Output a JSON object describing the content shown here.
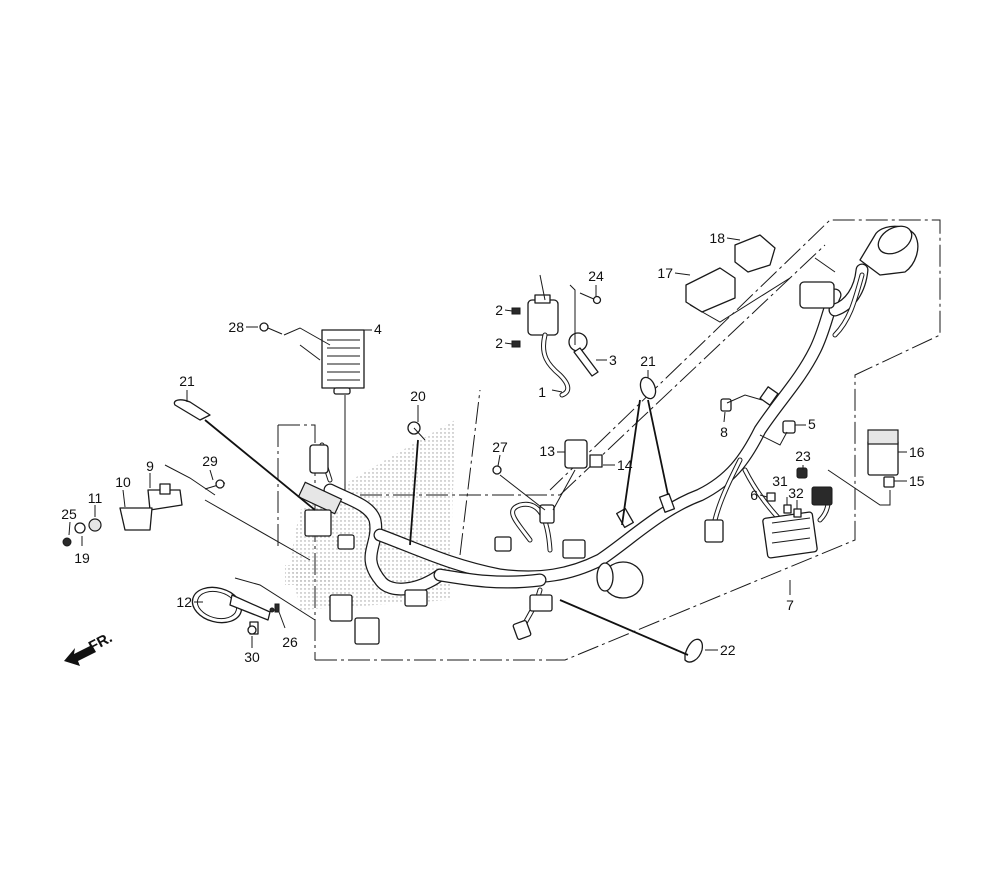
{
  "diagram": {
    "title": "Wire Harness / Electrical Components",
    "orientation_label": "FR.",
    "callouts": [
      {
        "id": "c1",
        "label": "1",
        "part": "ignition-coil-lead"
      },
      {
        "id": "c2a",
        "label": "2",
        "part": "coil-nut"
      },
      {
        "id": "c2b",
        "label": "2",
        "part": "coil-nut"
      },
      {
        "id": "c3",
        "label": "3",
        "part": "spark-plug-cap"
      },
      {
        "id": "c4",
        "label": "4",
        "part": "regulator-rectifier"
      },
      {
        "id": "c5",
        "label": "5",
        "part": "connector-relay"
      },
      {
        "id": "c6",
        "label": "6",
        "part": "fuse"
      },
      {
        "id": "c7",
        "label": "7",
        "part": "main-wire-harness"
      },
      {
        "id": "c8",
        "label": "8",
        "part": "connector-coupler"
      },
      {
        "id": "c9",
        "label": "9",
        "part": "sensor-bracket"
      },
      {
        "id": "c10",
        "label": "10",
        "part": "mounting-stay"
      },
      {
        "id": "c11",
        "label": "11",
        "part": "rubber-mount"
      },
      {
        "id": "c12",
        "label": "12",
        "part": "horn"
      },
      {
        "id": "c13",
        "label": "13",
        "part": "sensor-switch"
      },
      {
        "id": "c14",
        "label": "14",
        "part": "rubber-cap"
      },
      {
        "id": "c15",
        "label": "15",
        "part": "mini-relay"
      },
      {
        "id": "c16",
        "label": "16",
        "part": "starter-relay"
      },
      {
        "id": "c17",
        "label": "17",
        "part": "control-unit"
      },
      {
        "id": "c18",
        "label": "18",
        "part": "unit-rubber-holder"
      },
      {
        "id": "c19",
        "label": "19",
        "part": "washer"
      },
      {
        "id": "c20",
        "label": "20",
        "part": "band-clip"
      },
      {
        "id": "c21a",
        "label": "21",
        "part": "cable-band"
      },
      {
        "id": "c21b",
        "label": "21",
        "part": "cable-band"
      },
      {
        "id": "c22",
        "label": "22",
        "part": "harness-clamp"
      },
      {
        "id": "c23",
        "label": "23",
        "part": "fuse-cover"
      },
      {
        "id": "c24",
        "label": "24",
        "part": "coil-bolt"
      },
      {
        "id": "c25",
        "label": "25",
        "part": "nut"
      },
      {
        "id": "c26",
        "label": "26",
        "part": "spring-nut"
      },
      {
        "id": "c27",
        "label": "27",
        "part": "flange-bolt"
      },
      {
        "id": "c28",
        "label": "28",
        "part": "regulator-bolt"
      },
      {
        "id": "c29",
        "label": "29",
        "part": "bracket-bolt"
      },
      {
        "id": "c30",
        "label": "30",
        "part": "horn-bolt"
      },
      {
        "id": "c31",
        "label": "31",
        "part": "fuse-small"
      },
      {
        "id": "c32",
        "label": "32",
        "part": "fuse-small"
      }
    ]
  }
}
